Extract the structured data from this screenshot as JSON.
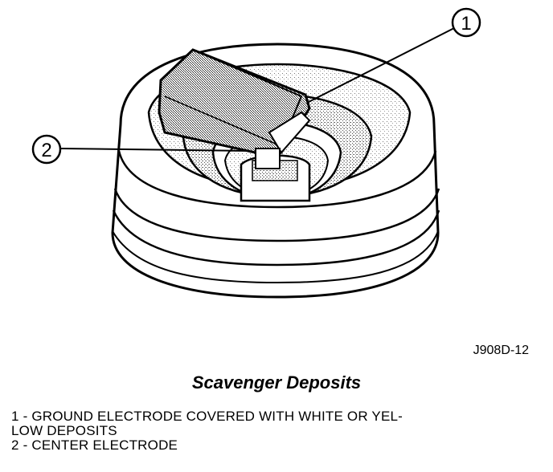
{
  "figure": {
    "figure_id": "J908D-12",
    "title": "Scavenger Deposits",
    "callouts": [
      {
        "number": "1"
      },
      {
        "number": "2"
      }
    ]
  },
  "legend": {
    "items": [
      {
        "text": "1 - GROUND ELECTRODE COVERED WITH WHITE OR YEL-\nLOW DEPOSITS"
      },
      {
        "text": "2 - CENTER ELECTRODE"
      }
    ]
  },
  "colors": {
    "ink": "#000000",
    "paper": "#ffffff",
    "stipple": "#bdbdbd"
  }
}
